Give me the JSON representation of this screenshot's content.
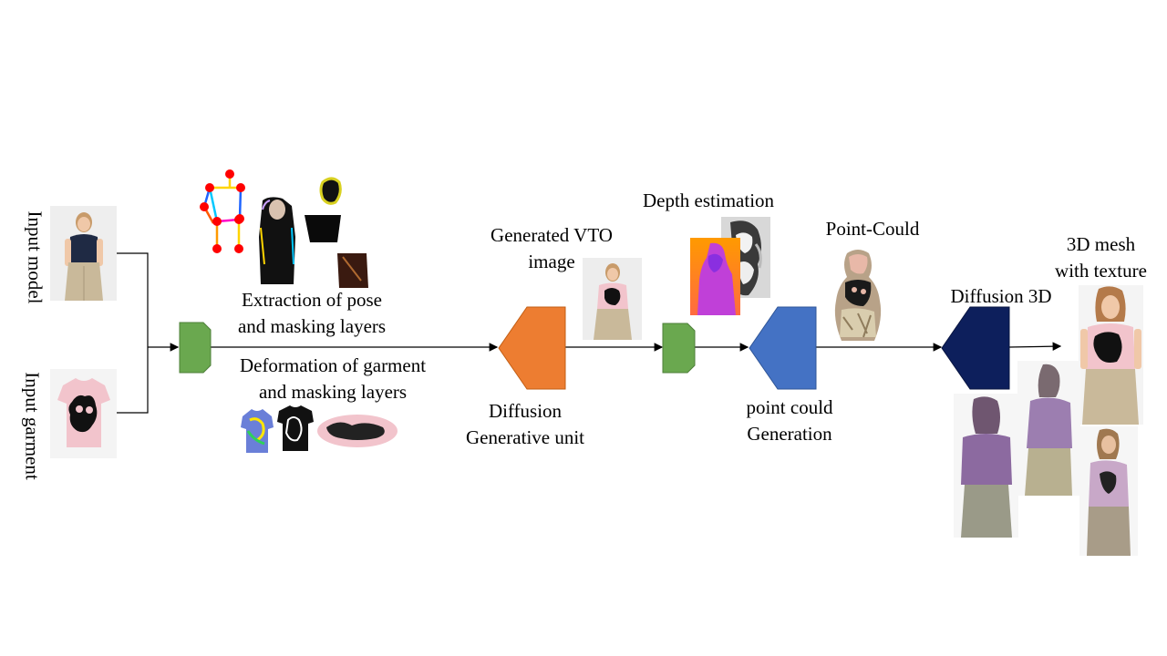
{
  "inputs": {
    "model_label": "Input model",
    "garment_label": "Input garment"
  },
  "stages": {
    "pose": {
      "line1": "Extraction of pose",
      "line2": "and masking layers"
    },
    "deformation": {
      "line1": "Deformation of garment",
      "line2": "and masking layers"
    },
    "vto": {
      "line1": "Generated VTO",
      "line2": "image"
    },
    "diffusion": {
      "line1": "Diffusion",
      "line2": "Generative unit"
    },
    "depth": {
      "line1": "Depth estimation"
    },
    "point_cloud": {
      "line1": "Point-Could"
    },
    "point_gen": {
      "line1": "point could",
      "line2": "Generation"
    },
    "diffusion3d": {
      "line1": "Diffusion  3D"
    },
    "mesh": {
      "line1": "3D mesh",
      "line2": "with texture"
    }
  },
  "colors": {
    "green_block": "#6aa84f",
    "orange_block": "#ed7d31",
    "blue_block": "#4472c4",
    "navy_block": "#0d1f5c",
    "garment_pink": "#f2c4cc",
    "shirt_navy": "#1f2a44",
    "pants_khaki": "#c9b99a",
    "pose_joint": "#ff0000"
  }
}
